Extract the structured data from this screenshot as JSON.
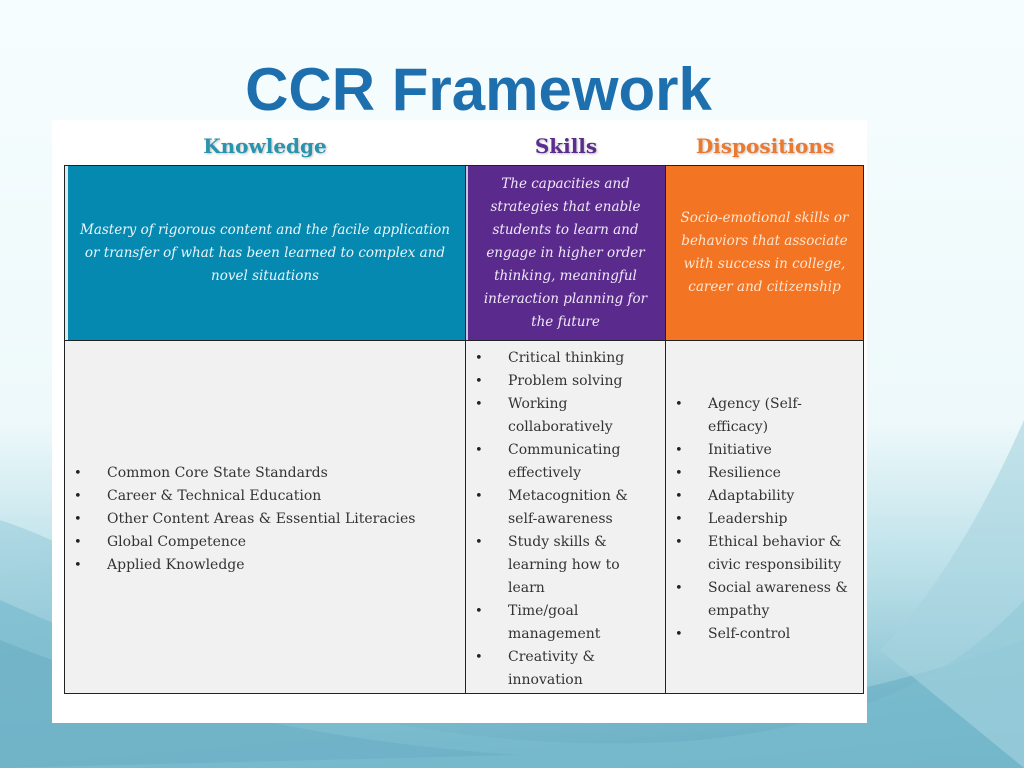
{
  "slide": {
    "title": "CCR Framework",
    "colors": {
      "title": "#1e6fae",
      "knowledge": "#0589b0",
      "skills": "#5a2b8d",
      "dispositions": "#f37423"
    }
  },
  "framework": {
    "columns": [
      {
        "header": "Knowledge",
        "description": "Mastery of rigorous content and the facile application or transfer of what has been learned to complex and novel situations",
        "items": [
          "Common Core State Standards",
          "Career & Technical Education",
          "Other Content Areas & Essential Literacies",
          "Global Competence",
          "Applied Knowledge"
        ]
      },
      {
        "header": "Skills",
        "description": "The capacities and strategies that enable students to learn and engage in higher order thinking, meaningful interaction planning for the future",
        "items": [
          "Critical thinking",
          "Problem solving",
          "Working collaboratively",
          "Communicating effectively",
          "Metacognition & self-awareness",
          "Study skills & learning how to learn",
          "Time/goal management",
          "Creativity & innovation"
        ]
      },
      {
        "header": "Dispositions",
        "description": "Socio-emotional skills or behaviors that associate with success in college, career and citizenship",
        "items": [
          "Agency (Self-efficacy)",
          "Initiative",
          "Resilience",
          "Adaptability",
          "Leadership",
          "Ethical behavior & civic responsibility",
          "Social awareness & empathy",
          "Self-control"
        ]
      }
    ]
  }
}
